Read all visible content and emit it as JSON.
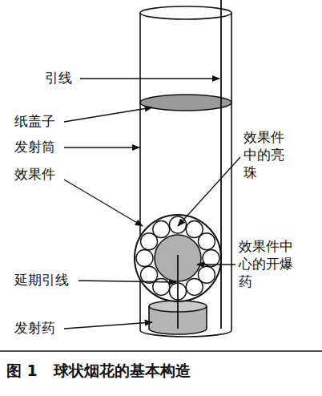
{
  "diagram": {
    "caption": "图 1   球状烟花的基本构造",
    "labels": [
      "引线",
      "纸盖子",
      "发射筒",
      "效果件",
      "效果件 中的亮 珠",
      "效果件中 心的开爆 药",
      "延期引线",
      "发射药"
    ]
  }
}
